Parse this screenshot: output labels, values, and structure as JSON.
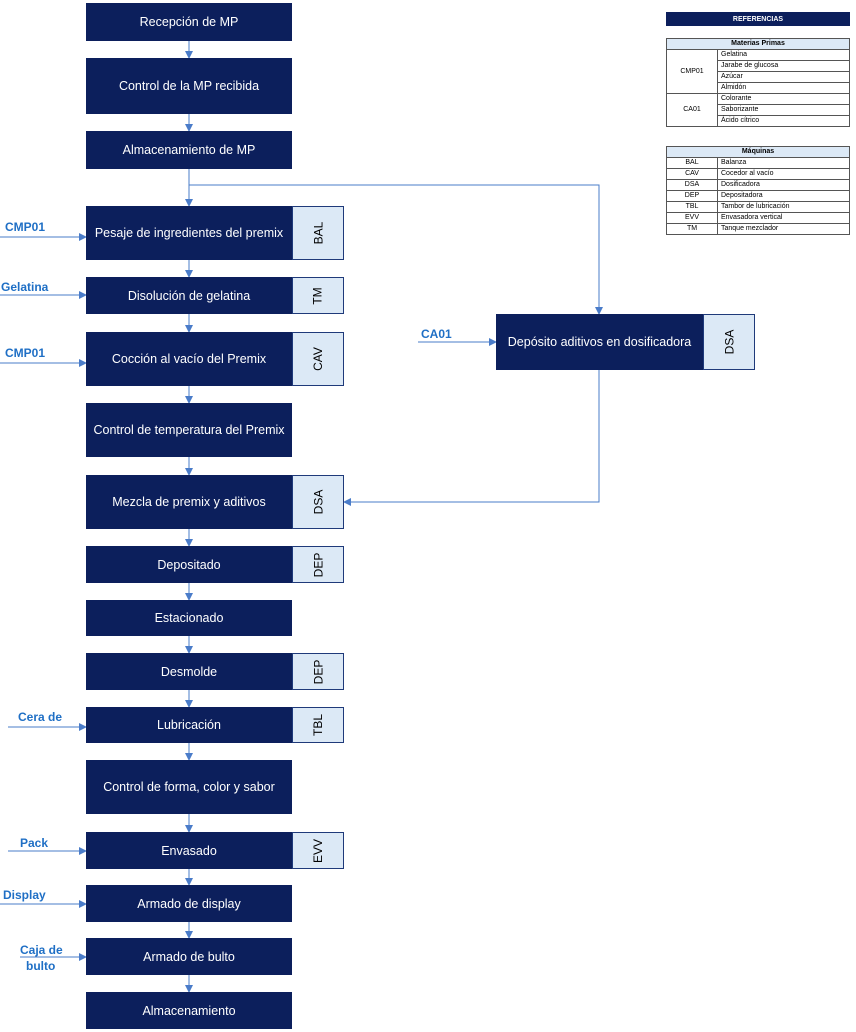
{
  "steps": [
    {
      "label": "Recepción de MP"
    },
    {
      "label": "Control de la MP recibida"
    },
    {
      "label": "Almacenamiento de MP"
    },
    {
      "label": "Pesaje de ingredientes del premix",
      "machine": "BAL"
    },
    {
      "label": "Disolución de gelatina",
      "machine": "TM"
    },
    {
      "label": "Cocción al vacío del Premix",
      "machine": "CAV"
    },
    {
      "label": "Control de temperatura del Premix"
    },
    {
      "label": "Mezcla de premix y aditivos",
      "machine": "DSA"
    },
    {
      "label": "Depositado",
      "machine": "DEP"
    },
    {
      "label": "Estacionado"
    },
    {
      "label": "Desmolde",
      "machine": "DEP"
    },
    {
      "label": "Lubricación",
      "machine": "TBL"
    },
    {
      "label": "Control de forma, color y sabor"
    },
    {
      "label": "Envasado",
      "machine": "EVV"
    },
    {
      "label": "Armado de display"
    },
    {
      "label": "Armado de bulto"
    },
    {
      "label": "Almacenamiento"
    }
  ],
  "side_process": {
    "label": "Depósito aditivos en dosificadora",
    "machine": "DSA",
    "input": "CA01"
  },
  "inputs": {
    "pesaje": "CMP01",
    "disolucion": "Gelatina",
    "coccion": "CMP01",
    "lubricacion": "Cera de",
    "envasado": "Pack",
    "display": "Display",
    "bulto_1": "Caja de",
    "bulto_2": "bulto"
  },
  "references": {
    "title": "REFERENCIAS",
    "materias_title": "Materias Primas",
    "materias": [
      {
        "code": "CMP01",
        "items": [
          "Gelatina",
          "Jarabe de glucosa",
          "Azúcar",
          "Almidón"
        ]
      },
      {
        "code": "CA01",
        "items": [
          "Colorante",
          "Saborizante",
          "Ácido cítrico"
        ]
      }
    ],
    "maquinas_title": "Máquinas",
    "maquinas": [
      {
        "code": "BAL",
        "name": "Balanza"
      },
      {
        "code": "CAV",
        "name": "Cocedor al vacío"
      },
      {
        "code": "DSA",
        "name": "Dosificadora"
      },
      {
        "code": "DEP",
        "name": "Depositadora"
      },
      {
        "code": "TBL",
        "name": "Tambor de lubricación"
      },
      {
        "code": "EVV",
        "name": "Envasadora vertical"
      },
      {
        "code": "TM",
        "name": "Tanque mezclador"
      }
    ]
  },
  "colors": {
    "box": "#0c1f5c",
    "machine_fill": "#dce9f6",
    "line": "#4a7cc9",
    "input_text": "#1f6fc5"
  }
}
